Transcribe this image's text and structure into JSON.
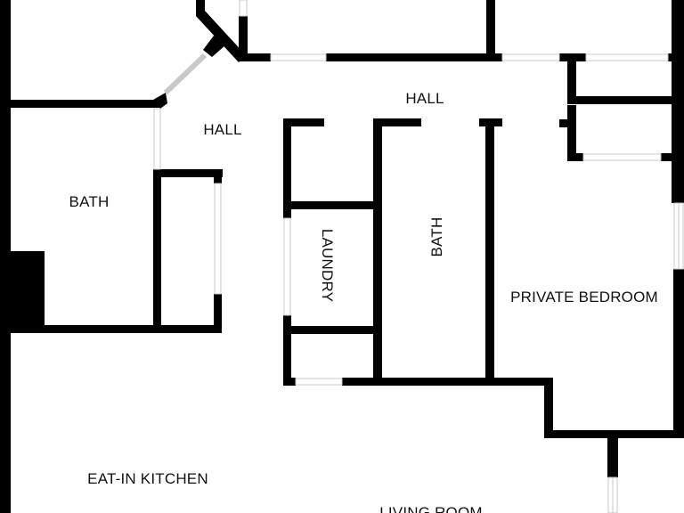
{
  "floor_plan": {
    "colors": {
      "wall": "#000000",
      "background": "#ffffff",
      "opening": "#c8c8c8"
    },
    "rooms": {
      "hall_upper": "HALL",
      "hall_left": "HALL",
      "bath_left": "BATH",
      "laundry": "LAUNDRY",
      "bath_center": "BATH",
      "private_bedroom": "PRIVATE BEDROOM",
      "eat_in_kitchen": "EAT-IN KITCHEN",
      "living_room": "LIVING ROOM"
    }
  }
}
